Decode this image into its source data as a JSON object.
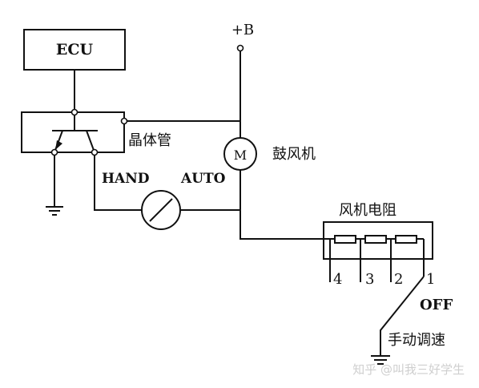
{
  "diagram": {
    "ecu_label": "ECU",
    "supply_label": "+B",
    "transistor_label": "晶体管",
    "motor_symbol": "M",
    "motor_label": "鼓风机",
    "hand_label": "HAND",
    "auto_label": "AUTO",
    "resistor_label": "风机电阻",
    "taps": [
      "4",
      "3",
      "2",
      "1"
    ],
    "off_label": "OFF",
    "manual_label": "手动调速",
    "watermark": "知乎 @叫我三好学生"
  },
  "colors": {
    "line": "#111111",
    "watermark": "#cfcfcf"
  }
}
